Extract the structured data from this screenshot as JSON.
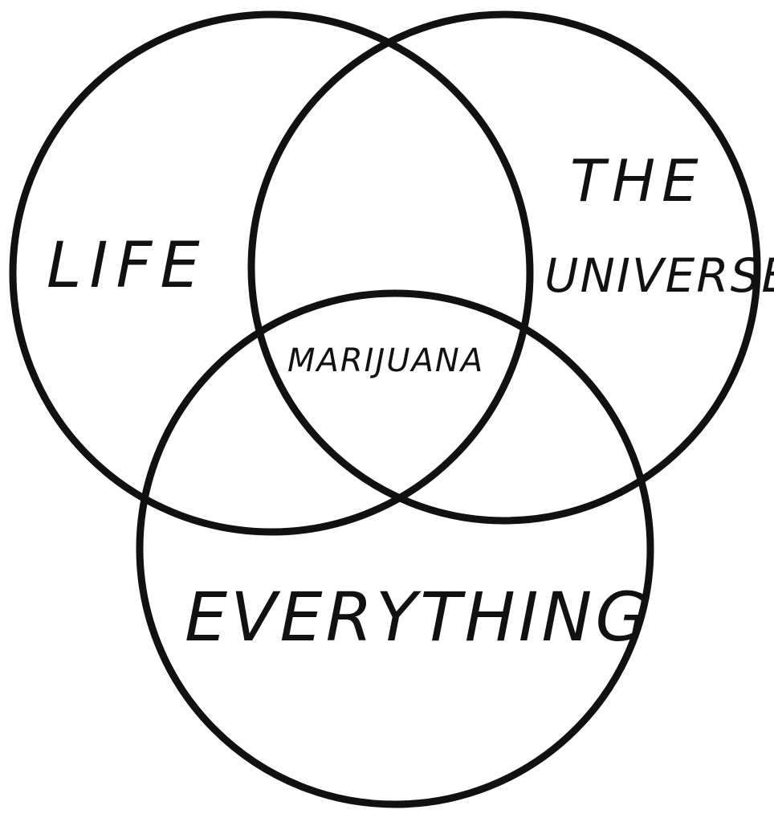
{
  "diagram": {
    "sets": [
      {
        "label": "LIFE"
      },
      {
        "label_line1": "THE",
        "label_line2": "UNIVERSE"
      },
      {
        "label": "EVERYTHING"
      }
    ],
    "intersection": {
      "label": "MARIJUANA"
    },
    "stroke_color": "#111111",
    "background_color": "#ffffff"
  }
}
